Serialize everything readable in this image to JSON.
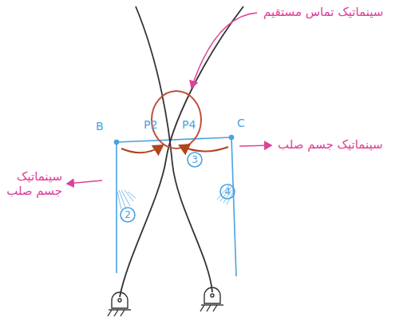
{
  "diagram": {
    "labels": [
      "سینماتیک تماس مستقیم",
      "B",
      "P2",
      "P4",
      "C",
      "سینماتیک جسم صلب",
      "2",
      "سینماتیک جسم صلب",
      "3",
      "4"
    ]
  }
}
